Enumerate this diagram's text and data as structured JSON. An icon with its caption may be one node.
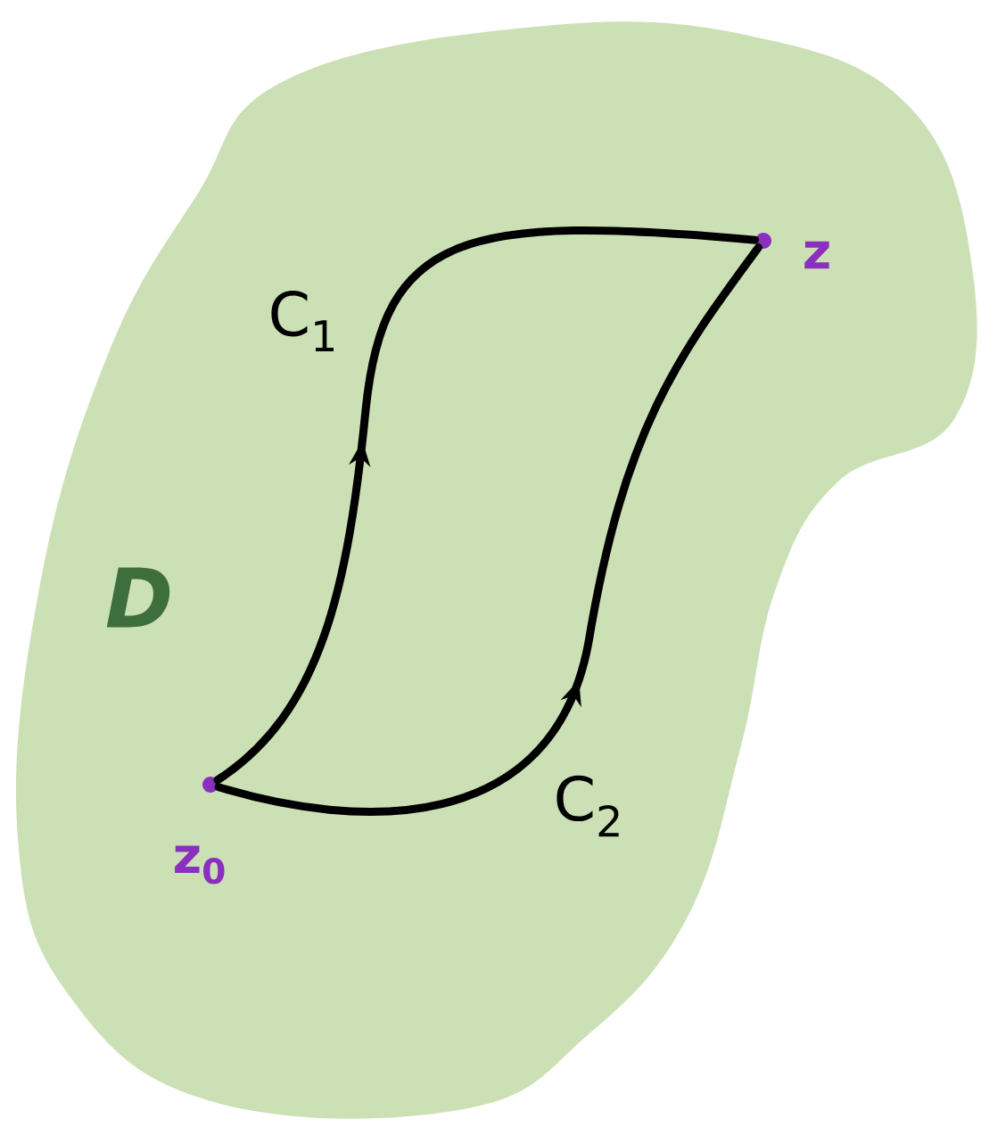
{
  "diagram": {
    "nodes": [
      {
        "text": [
          "D"
        ]
      },
      {
        "text": [],
        "shape": "circle",
        "beside": [
          "z$_{0}$"
        ],
        "in": 0
      },
      {
        "text": [],
        "shape": "circle",
        "beside": [
          "z"
        ],
        "in": 0
      }
    ],
    "edges": [
      {
        "from": 1,
        "to": 2,
        "arrow": "to",
        "label": "C$_{1}$"
      },
      {
        "from": 1,
        "to": 2,
        "arrow": "to",
        "label": "C$_{2}$"
      }
    ]
  }
}
